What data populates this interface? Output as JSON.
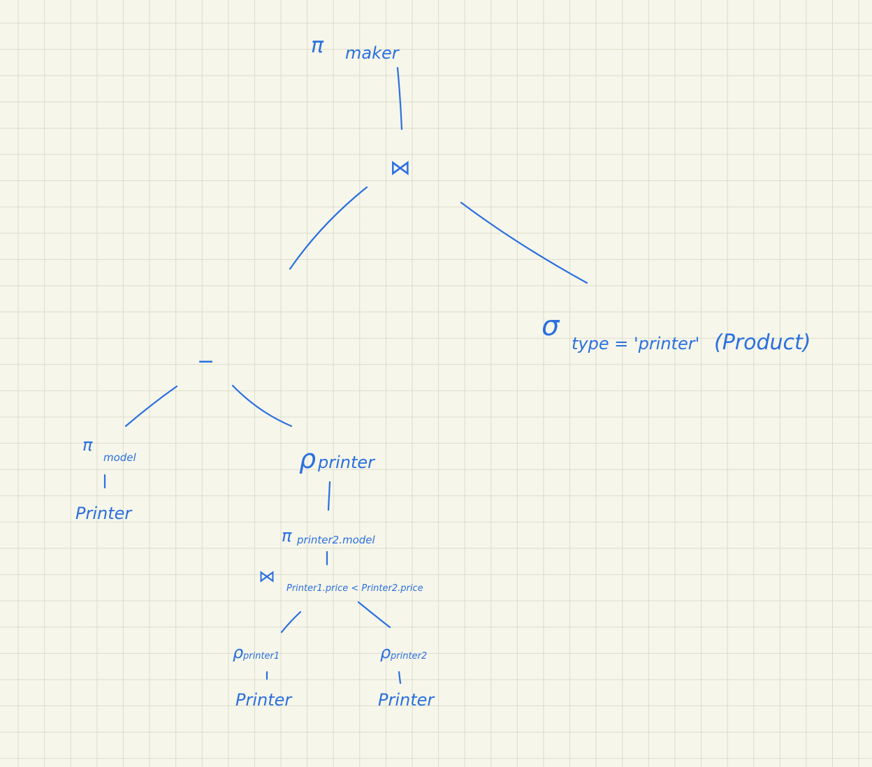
{
  "colors": {
    "ink": "#2a6fe0",
    "paper": "#f6f6ea",
    "grid": "#dcdccd"
  },
  "nodes": {
    "root_projection": {
      "symbol": "π",
      "subscript": "maker"
    },
    "top_join": {
      "symbol": "⋈"
    },
    "selection": {
      "symbol": "σ",
      "subscript": "type = 'printer'",
      "relation": "(Product)"
    },
    "difference": {
      "symbol": "−"
    },
    "left_projection": {
      "symbol": "π",
      "subscript": "model"
    },
    "left_relation": {
      "label": "Printer"
    },
    "rename_printer": {
      "symbol": "ρ",
      "subscript": "printer"
    },
    "inner_projection": {
      "symbol": "π",
      "subscript": "printer2.model"
    },
    "theta_join": {
      "symbol": "⋈",
      "subscript": "Printer1.price < Printer2.price"
    },
    "rename_printer1": {
      "symbol": "ρ",
      "subscript": "printer1"
    },
    "rename_printer2": {
      "symbol": "ρ",
      "subscript": "printer2"
    },
    "relation_printer1": {
      "label": "Printer"
    },
    "relation_printer2": {
      "label": "Printer"
    }
  }
}
